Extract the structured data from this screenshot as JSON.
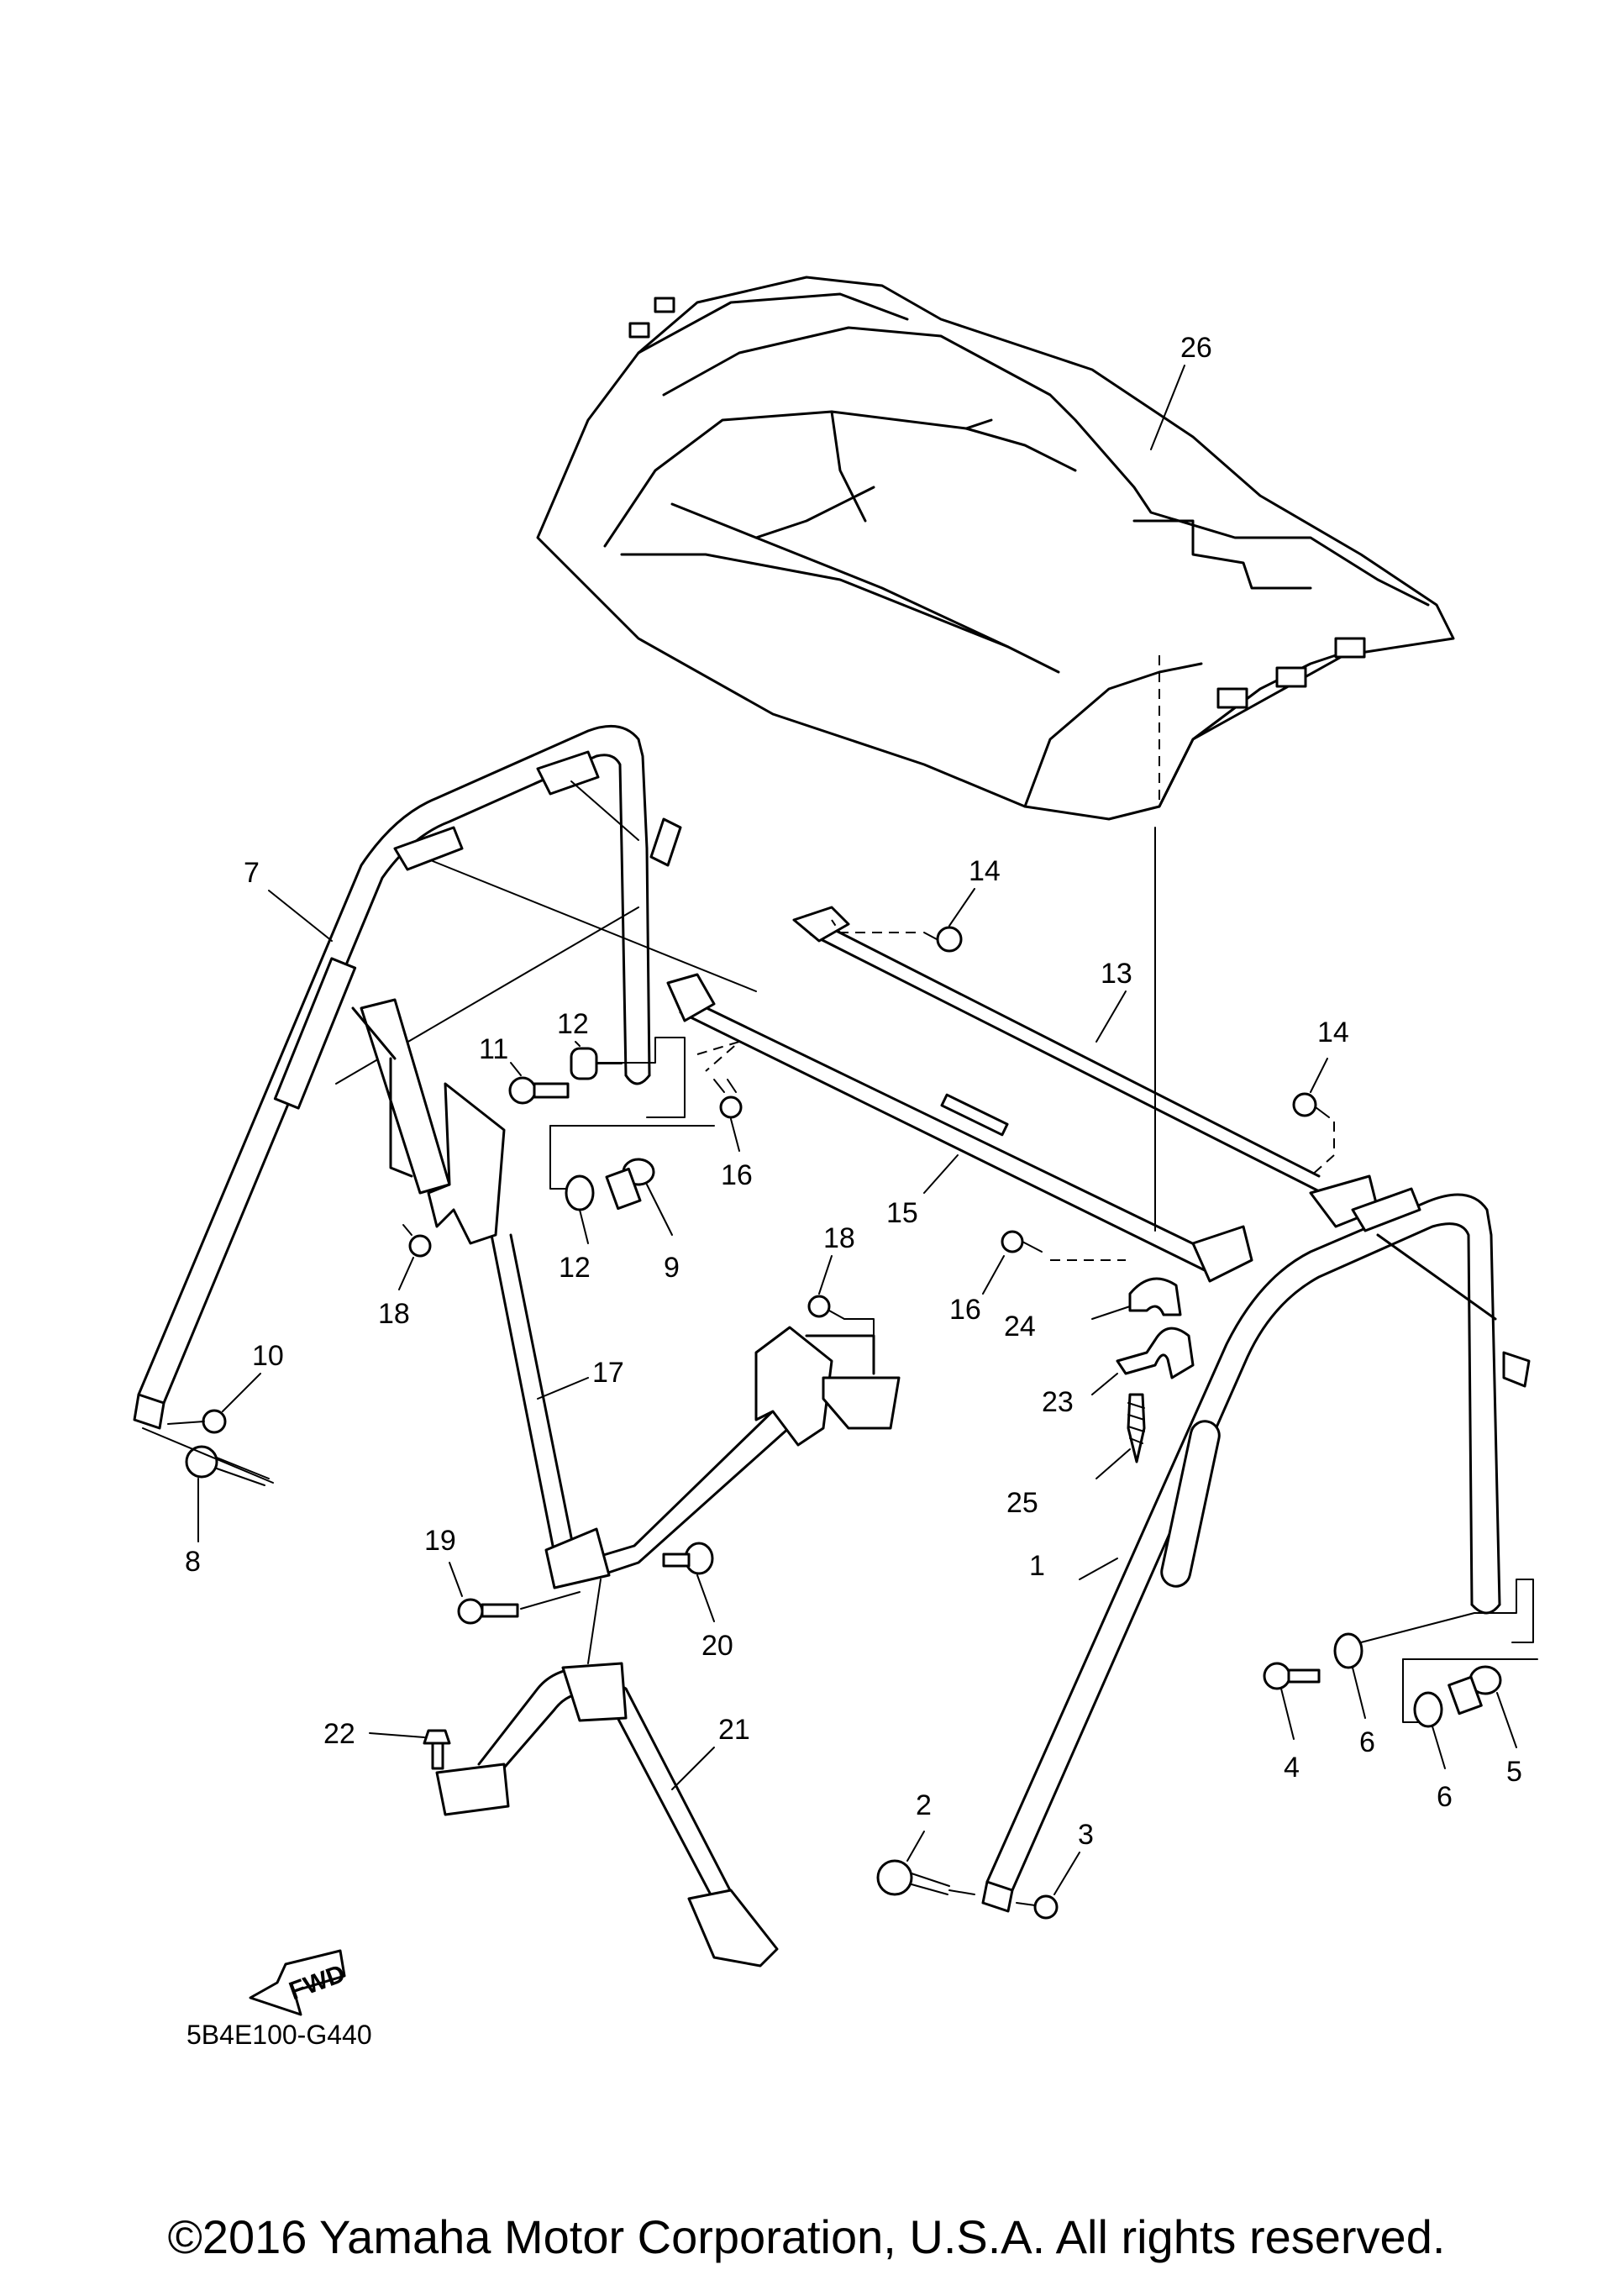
{
  "diagram_code": "5B4E100-G440",
  "fwd_label": "FWD",
  "copyright": "©2016 Yamaha Motor Corporation, U.S.A. All rights reserved.",
  "callouts": [
    "1",
    "2",
    "3",
    "4",
    "5",
    "6",
    "6",
    "7",
    "8",
    "9",
    "10",
    "11",
    "12",
    "12",
    "13",
    "14",
    "14",
    "15",
    "16",
    "16",
    "17",
    "18",
    "18",
    "19",
    "20",
    "21",
    "22",
    "23",
    "24",
    "25",
    "26"
  ]
}
